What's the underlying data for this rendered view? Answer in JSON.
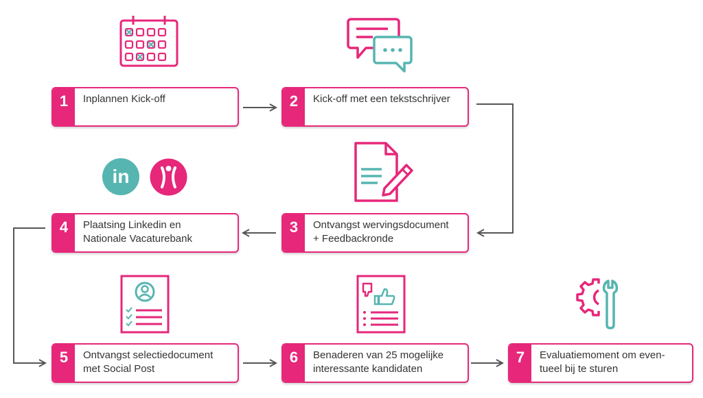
{
  "steps": [
    {
      "number": "1",
      "text": "Inplannen Kick-off"
    },
    {
      "number": "2",
      "text": "Kick-off met een tekstschrijver"
    },
    {
      "number": "3",
      "text": "Ontvangst wervingsdocument\n+ Feedbackronde"
    },
    {
      "number": "4",
      "text": "Plaatsing Linkedin en\nNationale Vacaturebank"
    },
    {
      "number": "5",
      "text": "Ontvangst selectiedocument\nmet Social Post"
    },
    {
      "number": "6",
      "text": "Benaderen van 25 mogelijke\ninteressante kandidaten"
    },
    {
      "number": "7",
      "text": "Evaluatiemoment om even-\ntueel bij te sturen"
    }
  ],
  "icons": {
    "calendar": "calendar-icon",
    "chat": "chat-bubbles-icon",
    "document": "document-pen-icon",
    "linkedin": "linkedin-icon",
    "linkedin_text": "in",
    "nvb": "nationale-vacaturebank-icon",
    "profile": "profile-document-icon",
    "feedback": "thumbs-document-icon",
    "tools": "gear-wrench-icon"
  },
  "colors": {
    "pink": "#e6277a",
    "teal": "#56b5b0",
    "arrow": "#555555"
  }
}
